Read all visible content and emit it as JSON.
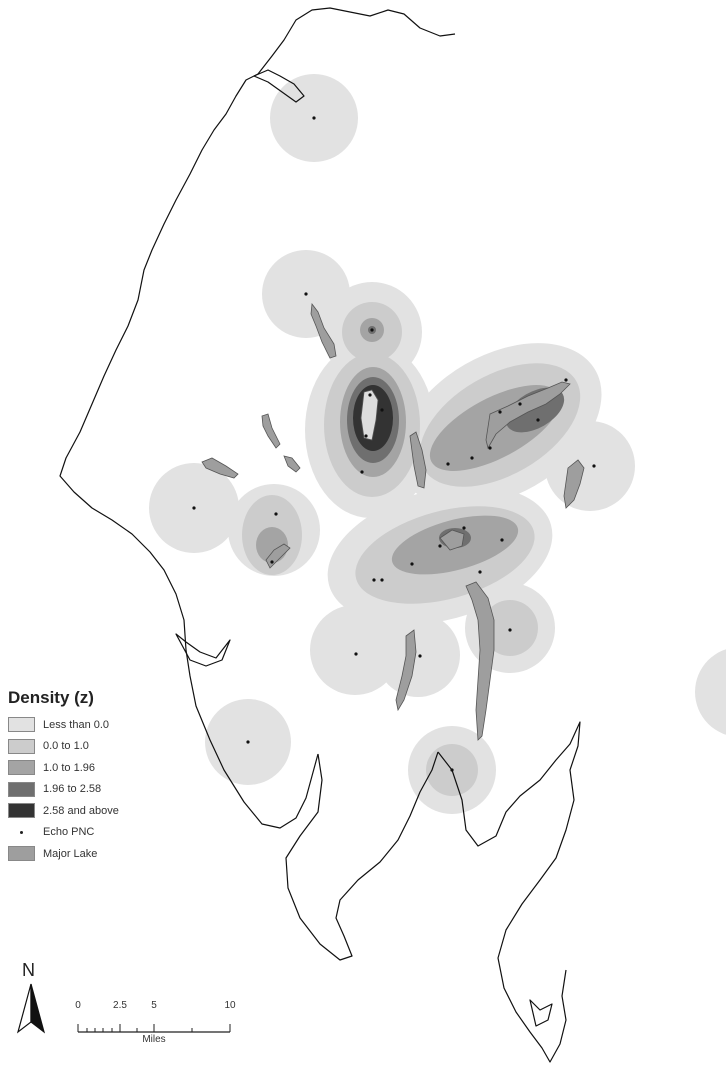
{
  "legend": {
    "title": "Density (z)",
    "items": [
      {
        "label": "Less than 0.0",
        "color": "#e2e2e2"
      },
      {
        "label": "0.0 to 1.0",
        "color": "#cccccc"
      },
      {
        "label": "1.0 to 1.96",
        "color": "#a4a4a4"
      },
      {
        "label": "1.96 to 2.58",
        "color": "#6f6f6f"
      },
      {
        "label": "2.58 and above",
        "color": "#333333"
      },
      {
        "label": "Echo PNC",
        "symbol": "dot"
      },
      {
        "label": "Major Lake",
        "color": "#9e9e9e"
      }
    ]
  },
  "north_arrow": {
    "letter": "N"
  },
  "scale_bar": {
    "ticks": [
      "0",
      "2.5",
      "5",
      "10"
    ],
    "unit": "Miles"
  }
}
